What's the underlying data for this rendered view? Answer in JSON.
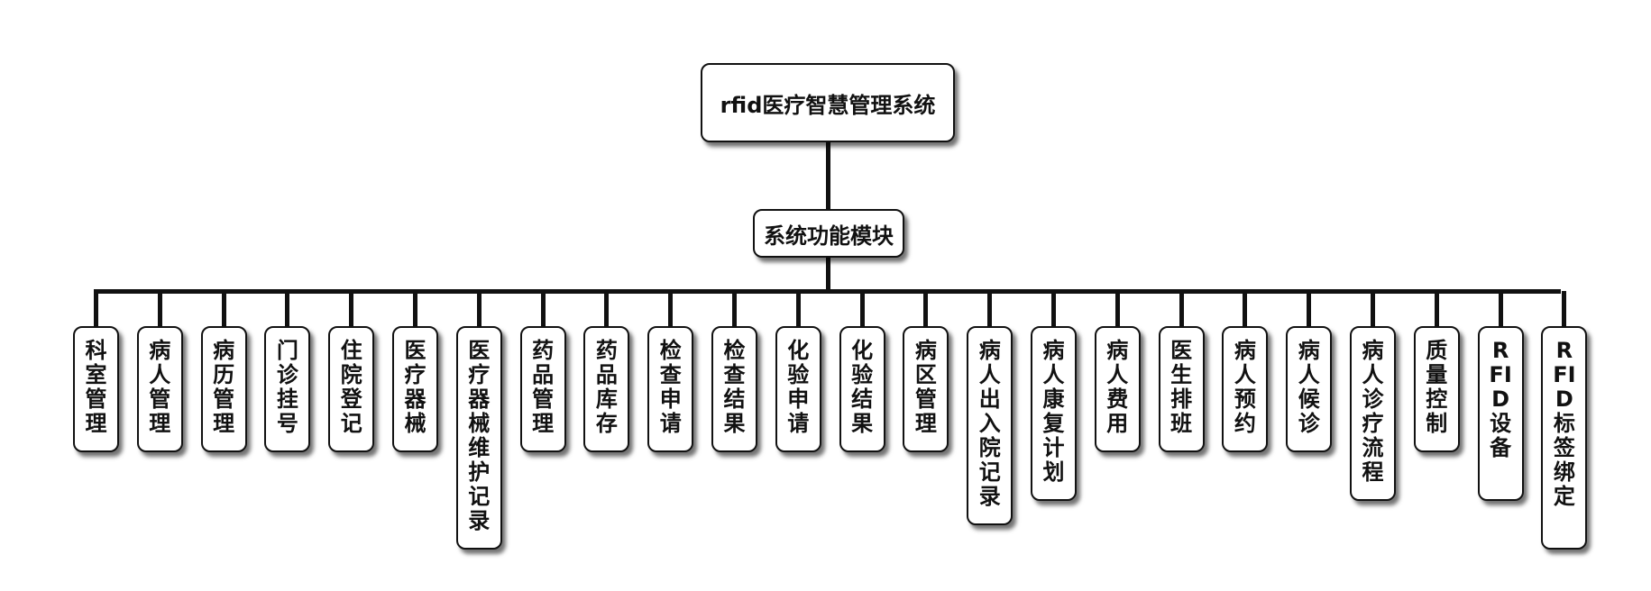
{
  "root": {
    "label": "rfid医疗智慧管理系统"
  },
  "module": {
    "label": "系统功能模块"
  },
  "children": [
    "科室管理",
    "病人管理",
    "病历管理",
    "门诊挂号",
    "住院登记",
    "医疗器械",
    "医疗器械维护记录",
    "药品管理",
    "药品库存",
    "检查申请",
    "检查结果",
    "化验申请",
    "化验结果",
    "病区管理",
    "病人出入院记录",
    "病人康复计划",
    "病人费用",
    "医生排班",
    "病人预约",
    "病人候诊",
    "病人诊疗流程",
    "质量控制",
    "RFID设备",
    "RFID标签绑定"
  ]
}
